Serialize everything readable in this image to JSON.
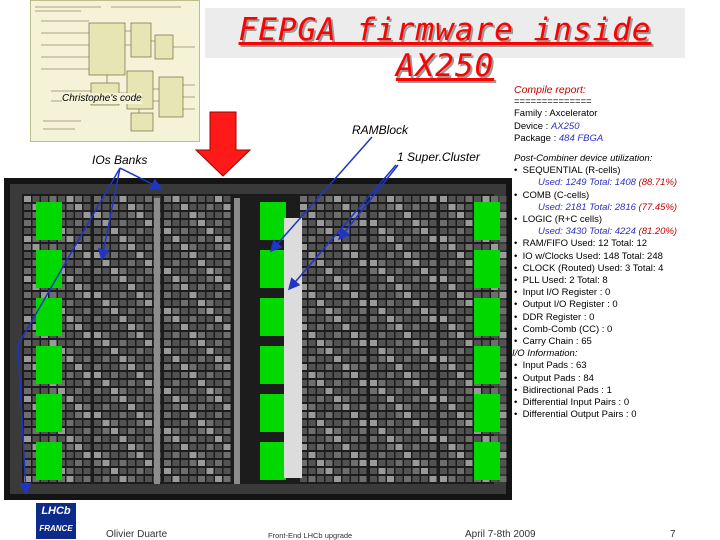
{
  "title": "FEPGA firmware inside AX250",
  "schematic": {
    "caption": "Christophe's code"
  },
  "callouts": {
    "rambock": "RAMBlock",
    "super_cluster": "1 Super.Cluster",
    "io_banks": "IOs Banks"
  },
  "compile_report": {
    "heading": "Compile report:",
    "separator": "==============",
    "family": "Family : Axcelerator",
    "device_label": "Device : ",
    "device_value": "AX250",
    "package_label": "Package : ",
    "package_value": "484 FBGA"
  },
  "utilization": {
    "heading": "Post-Combiner device utilization:",
    "seq_label": "SEQUENTIAL (R-cells)",
    "seq_detail": "Used: 1249  Total: 1408",
    "seq_pct": "(88.71%)",
    "comb_label": "COMB (C-cells)",
    "comb_detail": "Used: 2181  Total: 2816",
    "comb_pct": "(77.45%)",
    "logic_label": "LOGIC (R+C cells)",
    "logic_detail": "Used: 3430  Total: 4224",
    "logic_pct": "(81.20%)",
    "rows": [
      "RAM/FIFO   Used:  12  Total:  12",
      "IO w/Clocks   Used:  148  Total:  248",
      "CLOCK (Routed)  Used:   3  Total:   4",
      "PLL   Used:   2  Total:   8",
      "Input I/O Register  :   0",
      "Output I/O Register :   0",
      "DDR Register    :   0",
      "Comb-Comb (CC)   :   0",
      "Carry Chain     :   65"
    ]
  },
  "io_info": {
    "heading": "I/O Information:",
    "rows": [
      "Input Pads           :   63",
      "Output Pads           :   84",
      "Bidirectional Pads      :   1",
      "Differential Input Pairs   :   0",
      "Differential Output Pairs  :   0"
    ]
  },
  "footer": {
    "logo_line1": "LHCb",
    "logo_line2": "FRANCE",
    "author": "Olivier Duarte",
    "event": "Front-End LHCb upgrade",
    "date": "April 7-8th 2009",
    "page": "7"
  },
  "colors": {
    "title_red": "#ff0000",
    "chip_green": "#00d800",
    "callout_blue": "#1e35c8"
  }
}
